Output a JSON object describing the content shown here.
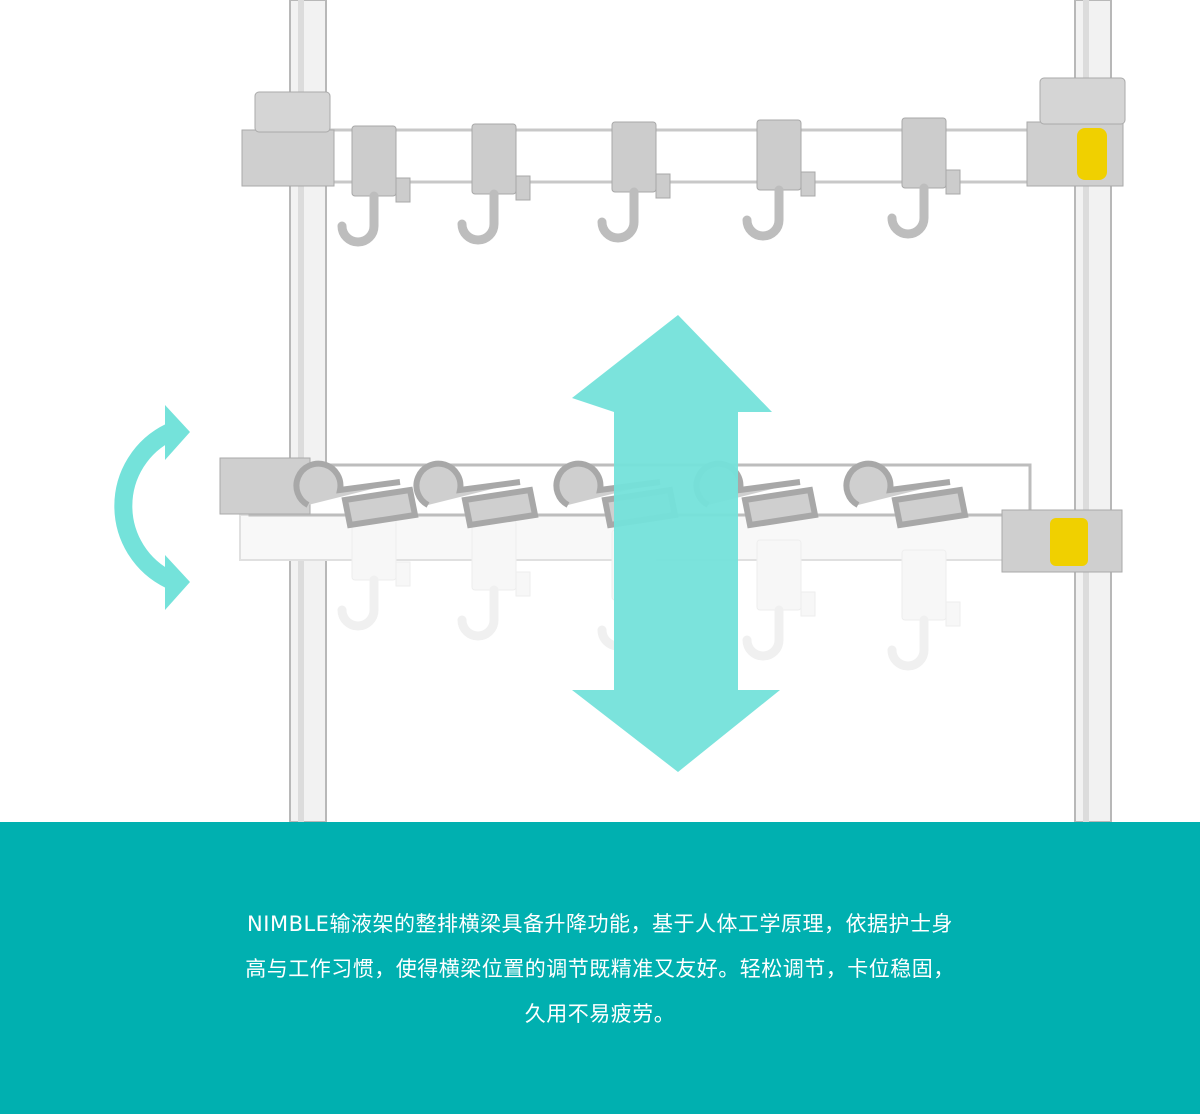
{
  "caption": {
    "lines": [
      "NIMBLE输液架的整排横梁具备升降功能，基于人体工学原理，依据护士身",
      "高与工作习惯，使得横梁位置的调节既精准又友好。轻松调节，卡位稳固，",
      "久用不易疲劳。"
    ]
  },
  "colors": {
    "band": "#00b0b0",
    "arrow": "#74e2da",
    "latch": "#f0d000",
    "plastic": "#c8c8c8"
  }
}
